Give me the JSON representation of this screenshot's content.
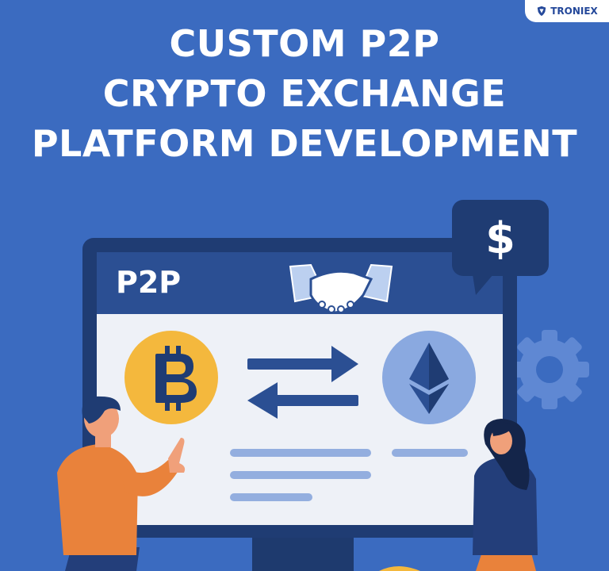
{
  "brand": {
    "name": "TRONIEX",
    "icon": "shield-logo-icon"
  },
  "headline": {
    "line1": "CUSTOM P2P",
    "line2": "CRYPTO EXCHANGE",
    "line3": "PLATFORM DEVELOPMENT"
  },
  "illustration": {
    "screen_label": "P2P",
    "bubble_symbol": "$",
    "icons": [
      "handshake-icon",
      "bitcoin-icon",
      "exchange-arrows-icon",
      "ethereum-icon",
      "gear-icon",
      "dollar-speech-bubble-icon"
    ]
  },
  "colors": {
    "background": "#3b6bc0",
    "navy": "#23467f",
    "bitcoin": "#f4b83d",
    "ethereum": "#8aa9e0",
    "orange_shirt": "#e9823b"
  }
}
